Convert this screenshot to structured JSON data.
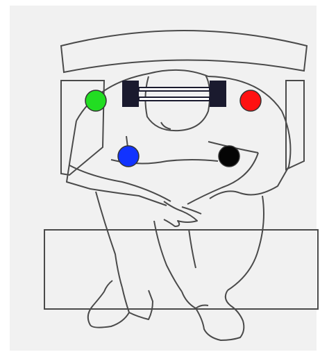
{
  "diagram": {
    "background_color": "#f1f1f1",
    "line_color": "#4a4a4a",
    "sensors": [
      {
        "id": "green",
        "color": "#22dd22"
      },
      {
        "id": "red",
        "color": "#ff1111"
      },
      {
        "id": "blue",
        "color": "#1133ff"
      },
      {
        "id": "black",
        "color": "#050505"
      }
    ],
    "bar_color": "#1a1a2e"
  }
}
